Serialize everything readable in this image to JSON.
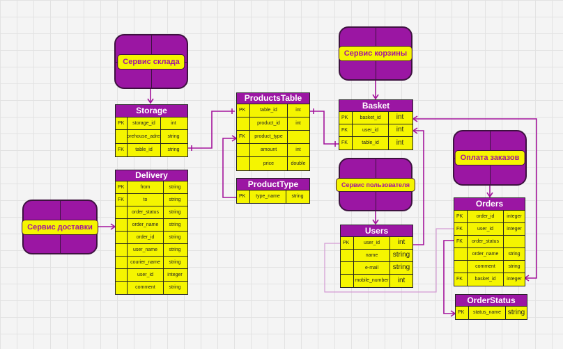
{
  "services": {
    "storage": "Сервис склада",
    "basket": "Сервис корзины",
    "payment": "Оплата заказов",
    "users": "Сервис пользователя",
    "delivery": "Сервис доставки"
  },
  "tables": {
    "storage": {
      "title": "Storage",
      "rows": [
        {
          "key": "PK",
          "name": "storage_id",
          "type": "int"
        },
        {
          "key": "",
          "name": "storehouse_adress",
          "type": "string"
        },
        {
          "key": "FK",
          "name": "table_id",
          "type": "string"
        }
      ]
    },
    "delivery": {
      "title": "Delivery",
      "rows": [
        {
          "key": "PK",
          "name": "from",
          "type": "string"
        },
        {
          "key": "FK",
          "name": "to",
          "type": "string"
        },
        {
          "key": "",
          "name": "order_status",
          "type": "string"
        },
        {
          "key": "",
          "name": "order_name",
          "type": "string"
        },
        {
          "key": "",
          "name": "order_id",
          "type": "string"
        },
        {
          "key": "",
          "name": "user_name",
          "type": "string"
        },
        {
          "key": "",
          "name": "courier_name",
          "type": "string"
        },
        {
          "key": "",
          "name": "user_id",
          "type": "integer"
        },
        {
          "key": "",
          "name": "comment",
          "type": "string"
        }
      ]
    },
    "products": {
      "title": "ProductsTable",
      "rows": [
        {
          "key": "PK",
          "name": "table_id",
          "type": "int"
        },
        {
          "key": "",
          "name": "product_id",
          "type": "int"
        },
        {
          "key": "FK",
          "name": "product_type",
          "type": ""
        },
        {
          "key": "",
          "name": "amount",
          "type": "int"
        },
        {
          "key": "",
          "name": "price",
          "type": "double"
        }
      ]
    },
    "product_type": {
      "title": "ProductType",
      "rows": [
        {
          "key": "PK",
          "name": "type_name",
          "type": "string"
        }
      ]
    },
    "basket": {
      "title": "Basket",
      "rows": [
        {
          "key": "PK",
          "name": "basket_id",
          "type": "int"
        },
        {
          "key": "FK",
          "name": "user_id",
          "type": "int"
        },
        {
          "key": "FK",
          "name": "table_id",
          "type": "int"
        }
      ]
    },
    "users": {
      "title": "Users",
      "rows": [
        {
          "key": "PK",
          "name": "user_id",
          "type": "int"
        },
        {
          "key": "",
          "name": "name",
          "type": "string"
        },
        {
          "key": "",
          "name": "e-mail",
          "type": "string"
        },
        {
          "key": "",
          "name": "mobile_number",
          "type": "int"
        }
      ]
    },
    "orders": {
      "title": "Orders",
      "rows": [
        {
          "key": "PK",
          "name": "order_id",
          "type": "integer"
        },
        {
          "key": "FK",
          "name": "user_id",
          "type": "integer"
        },
        {
          "key": "FK",
          "name": "order_status",
          "type": ""
        },
        {
          "key": "",
          "name": "order_name",
          "type": "string"
        },
        {
          "key": "",
          "name": "comment",
          "type": "string"
        },
        {
          "key": "FK",
          "name": "basket_id",
          "type": "integer"
        }
      ]
    },
    "order_status": {
      "title": "OrderStatus",
      "rows": [
        {
          "key": "PK",
          "name": "status_name",
          "type": "string"
        }
      ]
    }
  }
}
